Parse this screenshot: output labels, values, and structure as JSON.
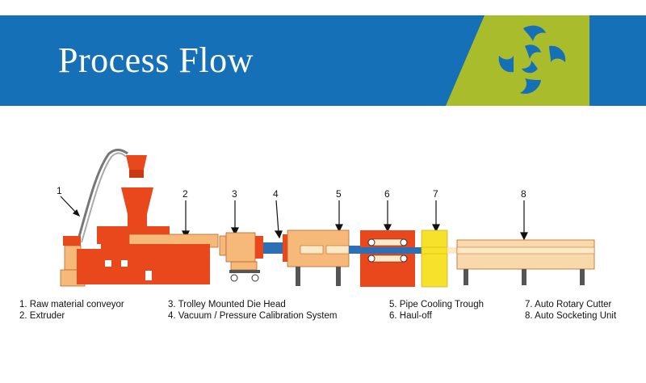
{
  "header": {
    "title": "Process Flow",
    "bar_color": "#1570b8",
    "accent_color": "#a8bc2c",
    "logo_icon": "four-swirl-logo-icon"
  },
  "diagram": {
    "callout_numbers": [
      "1",
      "2",
      "3",
      "4",
      "5",
      "6",
      "7",
      "8"
    ],
    "colors": {
      "extruder": "#e8481c",
      "trough": "#f6b97a",
      "haul_off": "#e8481c",
      "cutter": "#f7e12a",
      "socketing": "#f9d8aa",
      "pipe": "#2c6fb5"
    }
  },
  "legend": {
    "col1": [
      "1.  Raw material conveyor",
      "2.  Extruder"
    ],
    "col2": [
      "3.  Trolley Mounted Die Head",
      "4.  Vacuum / Pressure Calibration System"
    ],
    "col3": [
      "5.  Pipe Cooling Trough",
      "6.  Haul-off"
    ],
    "col4": [
      "7.  Auto Rotary Cutter",
      "8.  Auto Socketing Unit"
    ]
  }
}
